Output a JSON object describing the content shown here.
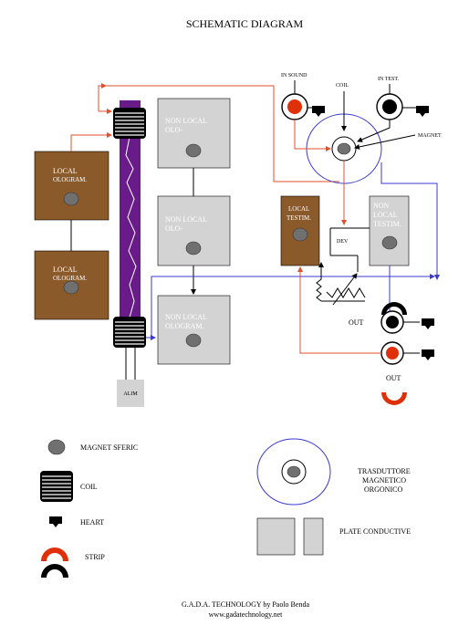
{
  "title": "SCHEMATIC DIAGRAM",
  "boxes": {
    "local_ologram_1": [
      "LOCAL",
      "OLOGRAM."
    ],
    "local_ologram_2": [
      "LOCAL",
      "OLOGRAM."
    ],
    "non_local_olo_1": [
      "NON LOCAL",
      "OLO-"
    ],
    "non_local_olo_2": [
      "NON LOCAL",
      "OLO-"
    ],
    "non_local_ologram": [
      "NON LOCAL",
      "OLOGRAM."
    ],
    "local_testim": [
      "LOCAL",
      "TESTIM."
    ],
    "non_local_testim": [
      "NON",
      "LOCAL",
      "TESTIM."
    ]
  },
  "labels": {
    "in_sound": "IN SOUND",
    "in_test": "IN TEST.",
    "coil": "COIL",
    "magnet": "MAGNET",
    "dev": "DEV",
    "out_1": "OUT",
    "out_2": "OUT",
    "alim": "ALIM"
  },
  "legend": {
    "magnet_sferic": "MAGNET SFERIC",
    "coil": "COIL",
    "heart": "HEART",
    "strip": "STRIP",
    "trasduttore": [
      "TRASDUTTORE",
      "MAGNETICO",
      "ORGONICO"
    ],
    "plate_conductive": "PLATE CONDUCTIVE"
  },
  "footer": {
    "line1": "G.A.D.A. TECHNOLOGY by Paolo Benda",
    "line2": "www.gadatechnology.net"
  },
  "colors": {
    "brown_box": "#8b5a2b",
    "grey_box": "#d3d3d3",
    "purple_tube": "#6a1b8a",
    "red_wire": "#e0502a",
    "blue_wire": "#3a3ad0",
    "magnet": "#707070"
  }
}
